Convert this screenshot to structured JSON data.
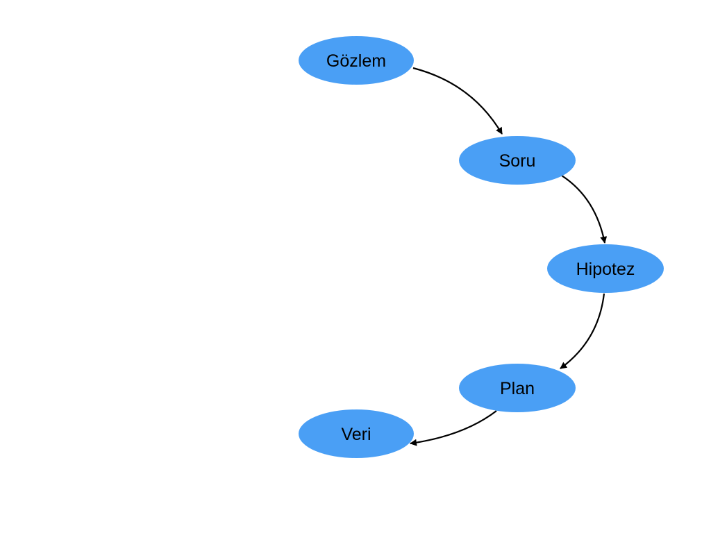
{
  "diagram": {
    "node_color": "#4A9FF5",
    "edge_color": "#000000",
    "nodes": [
      {
        "id": "gozlem",
        "label": "Gözlem"
      },
      {
        "id": "soru",
        "label": "Soru"
      },
      {
        "id": "hipotez",
        "label": "Hipotez"
      },
      {
        "id": "plan",
        "label": "Plan"
      },
      {
        "id": "veri",
        "label": "Veri"
      }
    ],
    "edges": [
      {
        "from": "gozlem",
        "to": "soru"
      },
      {
        "from": "soru",
        "to": "hipotez"
      },
      {
        "from": "hipotez",
        "to": "plan"
      },
      {
        "from": "plan",
        "to": "veri"
      }
    ]
  }
}
